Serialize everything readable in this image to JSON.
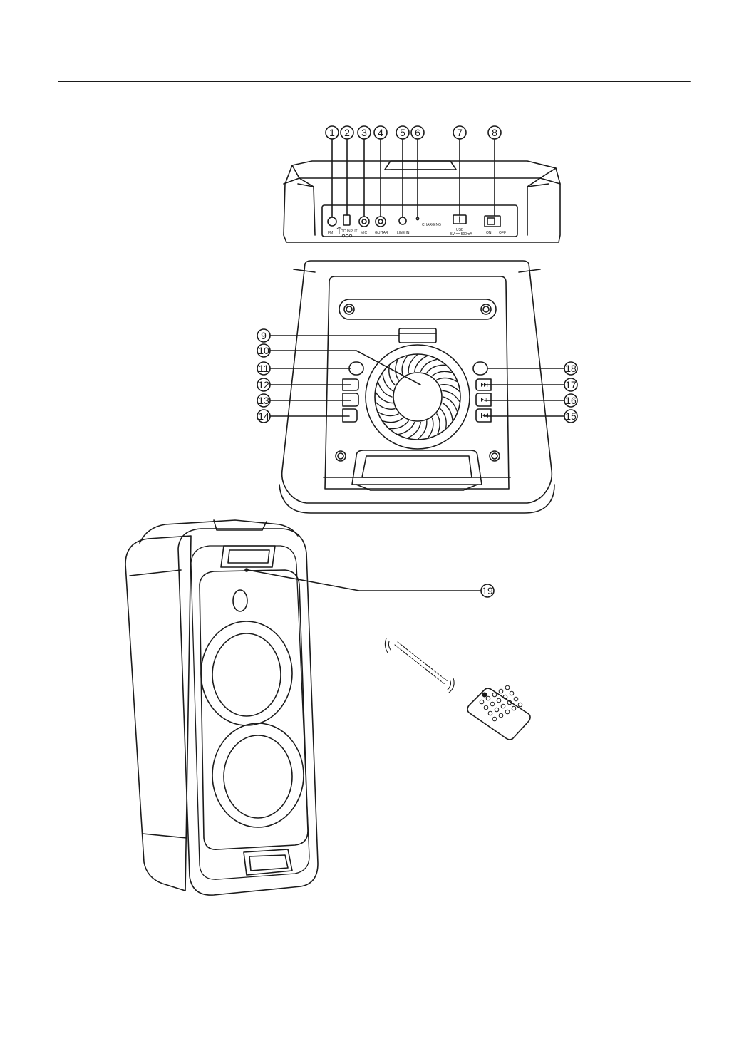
{
  "panel_labels": {
    "fm": "FM",
    "dc_input": "DC INPUT",
    "mic": "MIC",
    "guitar": "GUITAR",
    "line_in": "LINE IN",
    "charging": "CHARGING",
    "usb": "USB",
    "usb_rating": "5V == 500mA",
    "on": "ON",
    "off": "OFF"
  },
  "callouts": {
    "c1": "1",
    "c2": "2",
    "c3": "3",
    "c4": "4",
    "c5": "5",
    "c6": "6",
    "c7": "7",
    "c8": "8",
    "c9": "9",
    "c10": "10",
    "c11": "11",
    "c12": "12",
    "c13": "13",
    "c14": "14",
    "c15": "15",
    "c16": "16",
    "c17": "17",
    "c18": "18",
    "c19": "19"
  },
  "colors": {
    "line": "#1a1a1a",
    "background": "#ffffff",
    "shade": "#6a6a6a"
  },
  "icons": [
    "fm-antenna-icon",
    "dc-polarity-icon",
    "next-track-icon",
    "play-pause-icon",
    "previous-track-icon",
    "remote-control-icon",
    "microphone-icon"
  ]
}
